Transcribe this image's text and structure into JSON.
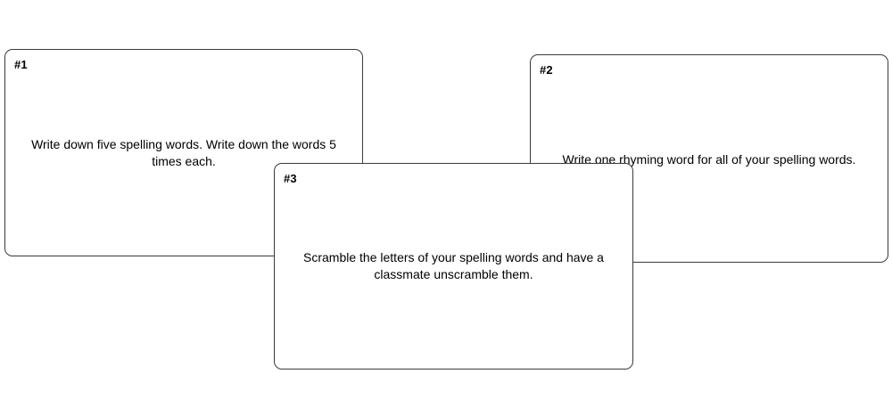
{
  "cards": [
    {
      "label": "#1",
      "text": "Write down five spelling words. Write down the words 5 times each."
    },
    {
      "label": "#2",
      "text": "Write one rhyming word for all of your spelling words."
    },
    {
      "label": "#3",
      "text": "Scramble the letters of your spelling words and have a classmate unscramble them."
    }
  ],
  "colors": {
    "border": "#3a3a3a",
    "text": "#000000",
    "background": "#ffffff"
  }
}
